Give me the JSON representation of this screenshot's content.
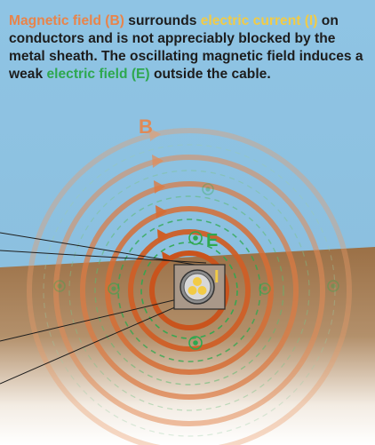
{
  "caption": {
    "b_term": "Magnetic field (B)",
    "text1": " surrounds ",
    "i_term": "electric current (I)",
    "text2": " on conductors and is not appreciably blocked by the metal sheath.  The oscillating magnetic field induces a weak ",
    "e_term": "electric field (E)",
    "text3": " outside the cable."
  },
  "labels": {
    "b": "B",
    "e": "E",
    "i": "I"
  },
  "colors": {
    "sky": "#8ec2e2",
    "ground": "#9b7046",
    "magnetic_field": "#d9743d",
    "electric_field": "#2ea84f",
    "current": "#f2cb45",
    "sheath": "#c8c8c8",
    "conductor_housing": "#d7d0c6"
  }
}
